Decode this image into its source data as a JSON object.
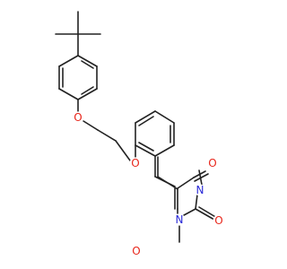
{
  "structure": {
    "colors": {
      "bond": "#222222",
      "oxygen": "#e8251a",
      "nitrogen": "#2b2bd8"
    },
    "atoms": [
      {
        "name": "ether-oxygen-aryl",
        "symbol": "O",
        "element": "oxygen"
      },
      {
        "name": "ether-oxygen-benzyl",
        "symbol": "O",
        "element": "oxygen"
      },
      {
        "name": "carbonyl-oxygen-c4",
        "symbol": "O",
        "element": "oxygen"
      },
      {
        "name": "carbonyl-oxygen-c2",
        "symbol": "O",
        "element": "oxygen"
      },
      {
        "name": "carbonyl-oxygen-c6",
        "symbol": "O",
        "element": "oxygen"
      },
      {
        "name": "ring-nitrogen-n1",
        "symbol": "N",
        "element": "nitrogen"
      },
      {
        "name": "ring-nitrogen-n3",
        "symbol": "N",
        "element": "nitrogen"
      }
    ]
  }
}
